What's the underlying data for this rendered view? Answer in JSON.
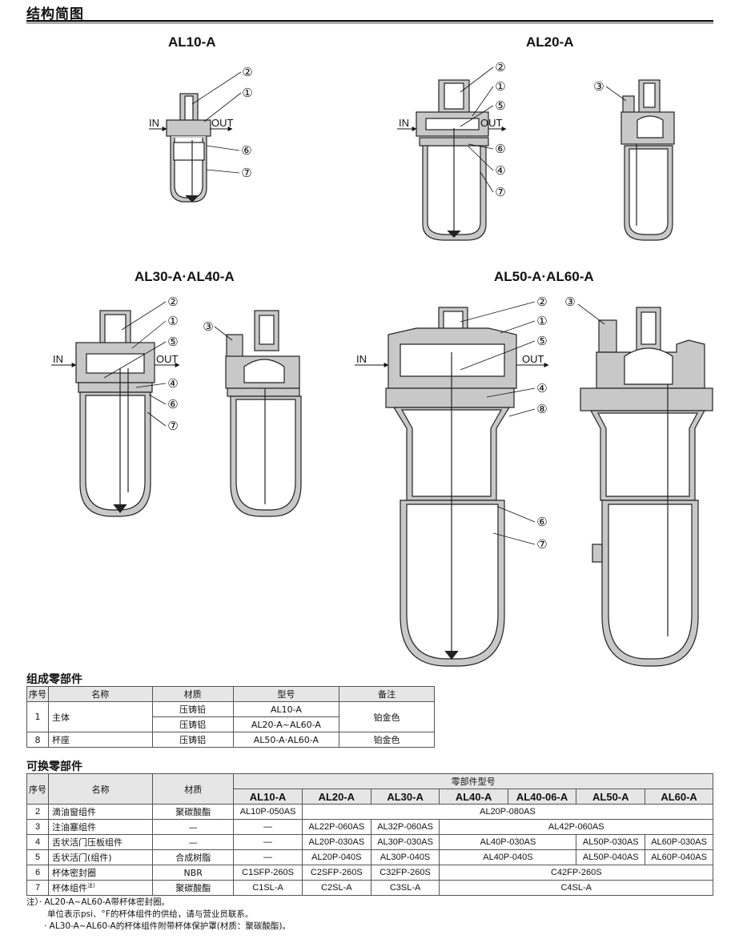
{
  "heading": "结构简图",
  "models": {
    "al10": "AL10-A",
    "al20": "AL20-A",
    "al30": "AL30-A·AL40-A",
    "al50": "AL50-A·AL60-A"
  },
  "port_labels": {
    "in": "IN",
    "out": "OUT"
  },
  "callouts": [
    "①",
    "②",
    "③",
    "④",
    "⑤",
    "⑥",
    "⑦",
    "⑧"
  ],
  "components_title": "组成零部件",
  "components": {
    "headers": [
      "序号",
      "名称",
      "材质",
      "型号",
      "备注"
    ],
    "rows": [
      {
        "no": "1",
        "name": "主体",
        "mat_a": "压铸铅",
        "model_a": "AL10-A",
        "mat_b": "压铸铝",
        "model_b": "AL20-A~AL60-A",
        "note": "铂金色"
      },
      {
        "no": "8",
        "name": "杯座",
        "mat": "压铸铝",
        "model": "AL50-A·AL60-A",
        "note": "铂金色"
      }
    ]
  },
  "replace_title": "可换零部件",
  "replace": {
    "h_no": "序号",
    "h_name": "名称",
    "h_mat": "材质",
    "h_part": "零部件型号",
    "models": [
      "AL10-A",
      "AL20-A",
      "AL30-A",
      "AL40-A",
      "AL40-06-A",
      "AL50-A",
      "AL60-A"
    ],
    "rows": [
      {
        "no": "2",
        "name": "滴油窗组件",
        "mat": "聚碳酸酯",
        "c1": "AL10P-050AS",
        "span": "AL20P-080AS"
      },
      {
        "no": "3",
        "name": "注油塞组件",
        "mat": "—",
        "c1": "—",
        "c2": "AL22P-060AS",
        "c3": "AL32P-060AS",
        "span": "AL42P-060AS"
      },
      {
        "no": "4",
        "name": "舌状活门压板组件",
        "mat": "—",
        "c1": "—",
        "c2": "AL20P-030AS",
        "c3": "AL30P-030AS",
        "c45": "AL40P-030AS",
        "c6": "AL50P-030AS",
        "c7": "AL60P-030AS"
      },
      {
        "no": "5",
        "name": "舌状活门(组件)",
        "mat": "合成树脂",
        "c1": "—",
        "c2": "AL20P-040S",
        "c3": "AL30P-040S",
        "c45": "AL40P-040S",
        "c6": "AL50P-040AS",
        "c7": "AL60P-040AS"
      },
      {
        "no": "6",
        "name": "杯体密封圈",
        "mat": "NBR",
        "c1": "C1SFP-260S",
        "c2": "C2SFP-260S",
        "c3": "C32FP-260S",
        "span": "C42FP-260S"
      },
      {
        "no": "7",
        "name": "杯体组件",
        "sup": "注)",
        "mat": "聚碳酸酯",
        "c1": "C1SL-A",
        "c2": "C2SL-A",
        "c3": "C3SL-A",
        "span": "C4SL-A"
      }
    ]
  },
  "notes": [
    "注）· AL20-A~AL60-A带杯体密封圈。",
    "单位表示psi、°F的杯体组件的供给，请与营业员联系。",
    "· AL30-A~AL60-A的杯体组件附带杯体保护罩(材质：聚碳酸酯)。"
  ],
  "colors": {
    "body_fill": "#c8c8c8",
    "line": "#222222",
    "rule": "#aaaaaa",
    "header_bg": "#e6e6e6"
  }
}
